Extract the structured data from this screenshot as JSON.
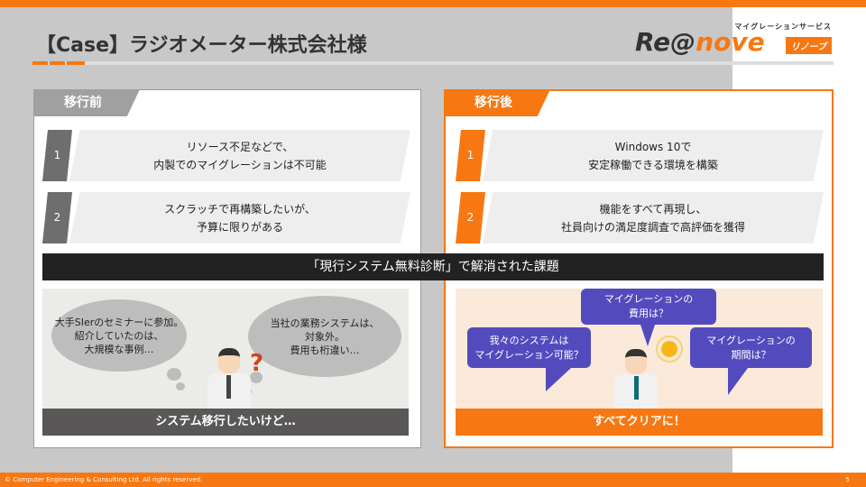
{
  "header": {
    "title": "【Case】ラジオメーター株式会社様",
    "logo_sub": "マイグレーションサービス",
    "logo_main_a": "Re@",
    "logo_main_b": "nove",
    "logo_tag": "リノーブ"
  },
  "before": {
    "tab": "移行前",
    "items": [
      {
        "num": "1",
        "lines": [
          "リソース不足などで、",
          "内製でのマイグレーションは不可能"
        ]
      },
      {
        "num": "2",
        "lines": [
          "スクラッチで再構築したいが、",
          "予算に限りがある"
        ]
      }
    ],
    "thoughts": [
      [
        "大手SIerのセミナーに参加。",
        "紹介していたのは、",
        "大規模な事例…"
      ],
      [
        "当社の業務システムは、",
        "対象外。",
        "費用も桁違い…"
      ]
    ],
    "question_mark": "?",
    "caption": "システム移行したいけど…"
  },
  "banner": "「現行システム無料診断」で解消された課題",
  "after": {
    "tab": "移行後",
    "items": [
      {
        "num": "1",
        "lines": [
          "Windows 10で",
          "安定稼働できる環境を構築"
        ]
      },
      {
        "num": "2",
        "lines": [
          "機能をすべて再現し、",
          "社員向けの満足度調査で高評価を獲得"
        ]
      }
    ],
    "bubbles": [
      [
        "マイグレーションの",
        "費用は？"
      ],
      [
        "我々のシステムは",
        "マイグレーション可能？"
      ],
      [
        "マイグレーションの",
        "期間は？"
      ]
    ],
    "caption": "すべてクリアに！"
  },
  "footer": {
    "copyright": "© Computer Engineering & Consulting Ltd. All rights reserved.",
    "page": "5"
  },
  "colors": {
    "accent": "#f77812",
    "gray_tab": "#a0a0a0",
    "bubble": "#534bbd"
  }
}
